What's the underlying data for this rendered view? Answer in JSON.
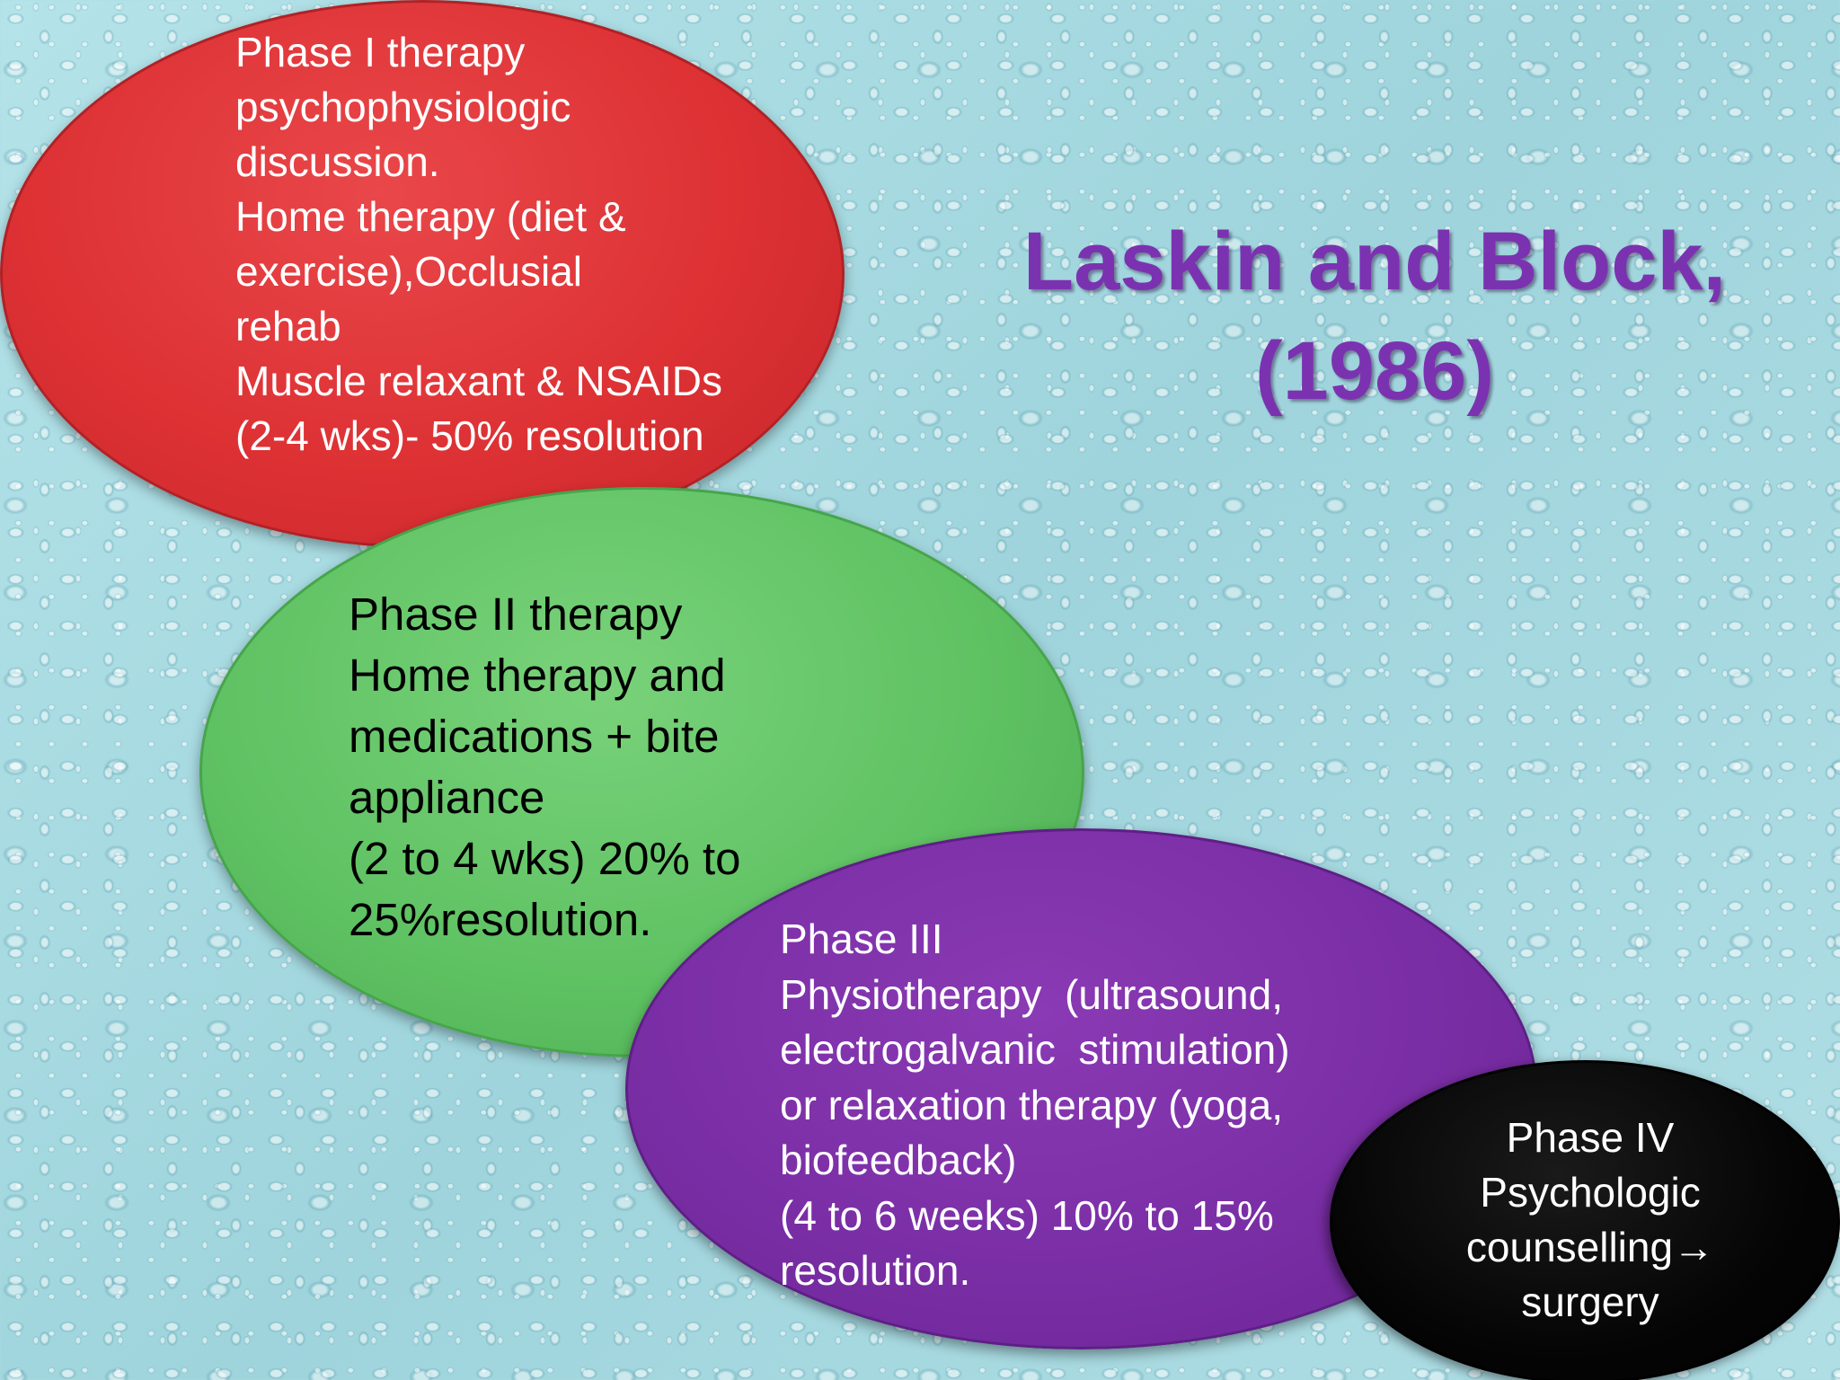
{
  "title": {
    "line1": "Laskin and Block,",
    "line2": "(1986)"
  },
  "phases": [
    {
      "lines": [
        "Phase I therapy",
        "psychophysiologic",
        "discussion.",
        "Home therapy (diet &",
        "exercise),Occlusial",
        "rehab",
        "Muscle relaxant & NSAIDs",
        "(2-4 wks)- 50% resolution"
      ]
    },
    {
      "lines": [
        "Phase II therapy",
        "Home therapy and",
        "medications + bite",
        "appliance",
        "(2 to 4 wks) 20% to",
        "25%resolution."
      ]
    },
    {
      "lines": [
        "Phase III",
        "Physiotherapy  (ultrasound,",
        "electrogalvanic  stimulation)",
        "or relaxation therapy (yoga,",
        "biofeedback)",
        "(4 to 6 weeks) 10% to 15%",
        "resolution."
      ]
    },
    {
      "lines": [
        "Phase IV",
        "Psychologic",
        "counselling→",
        "surgery"
      ]
    }
  ],
  "colors": {
    "phase1": "#dd3134",
    "phase2": "#5fc263",
    "phase3": "#7a2ea5",
    "phase4": "#000000",
    "title": "#7b32b0",
    "background": "#a9dbe2"
  }
}
